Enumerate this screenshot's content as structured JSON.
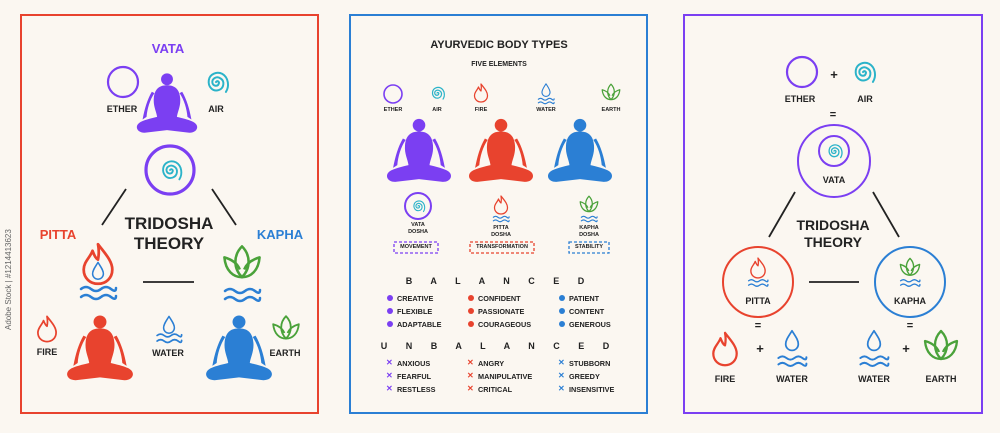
{
  "colors": {
    "red": "#e8432e",
    "blue": "#2b7fd4",
    "purple": "#7b3ff2",
    "green": "#4aa23a",
    "cyan": "#2bb3c9"
  },
  "icons": [
    "ether-circle-icon",
    "air-spiral-icon",
    "fire-flame-icon",
    "water-drop-icon",
    "earth-lotus-icon",
    "meditating-figure-icon"
  ],
  "left_panel": {
    "vata": "VATA",
    "ether": "ETHER",
    "air": "AIR",
    "tridosha_line1": "TRIDOSHA",
    "tridosha_line2": "THEORY",
    "pitta": "PITTA",
    "kapha": "KAPHA",
    "fire": "FIRE",
    "water": "WATER",
    "earth": "EARTH"
  },
  "middle_panel": {
    "title": "AYURVEDIC BODY TYPES",
    "subtitle": "FIVE ELEMENTS",
    "elements": [
      "ETHER",
      "AIR",
      "FIRE",
      "WATER",
      "EARTH"
    ],
    "doshas": [
      {
        "line1": "VATA",
        "line2": "DOSHA",
        "quality": "MOVEMENT"
      },
      {
        "line1": "PITTA",
        "line2": "DOSHA",
        "quality": "TRANSFORMATION"
      },
      {
        "line1": "KAPHA",
        "line2": "DOSHA",
        "quality": "STABILITY"
      }
    ],
    "balanced_heading": "B A L A N C E D",
    "balanced": [
      [
        "CREATIVE",
        "FLEXIBLE",
        "ADAPTABLE"
      ],
      [
        "CONFIDENT",
        "PASSIONATE",
        "COURAGEOUS"
      ],
      [
        "PATIENT",
        "CONTENT",
        "GENEROUS"
      ]
    ],
    "unbalanced_heading": "U N B A L A N C E D",
    "unbalanced": [
      [
        "ANXIOUS",
        "FEARFUL",
        "RESTLESS"
      ],
      [
        "ANGRY",
        "MANIPULATIVE",
        "CRITICAL"
      ],
      [
        "STUBBORN",
        "GREEDY",
        "INSENSITIVE"
      ]
    ]
  },
  "right_panel": {
    "plus": "+",
    "equals": "=",
    "ether": "ETHER",
    "air": "AIR",
    "vata": "VATA",
    "tridosha_line1": "TRIDOSHA",
    "tridosha_line2": "THEORY",
    "pitta": "PITTA",
    "kapha": "KAPHA",
    "fire": "FIRE",
    "water": "WATER",
    "water2": "WATER",
    "earth": "EARTH"
  },
  "side_label": "Adobe Stock | #1214413623"
}
